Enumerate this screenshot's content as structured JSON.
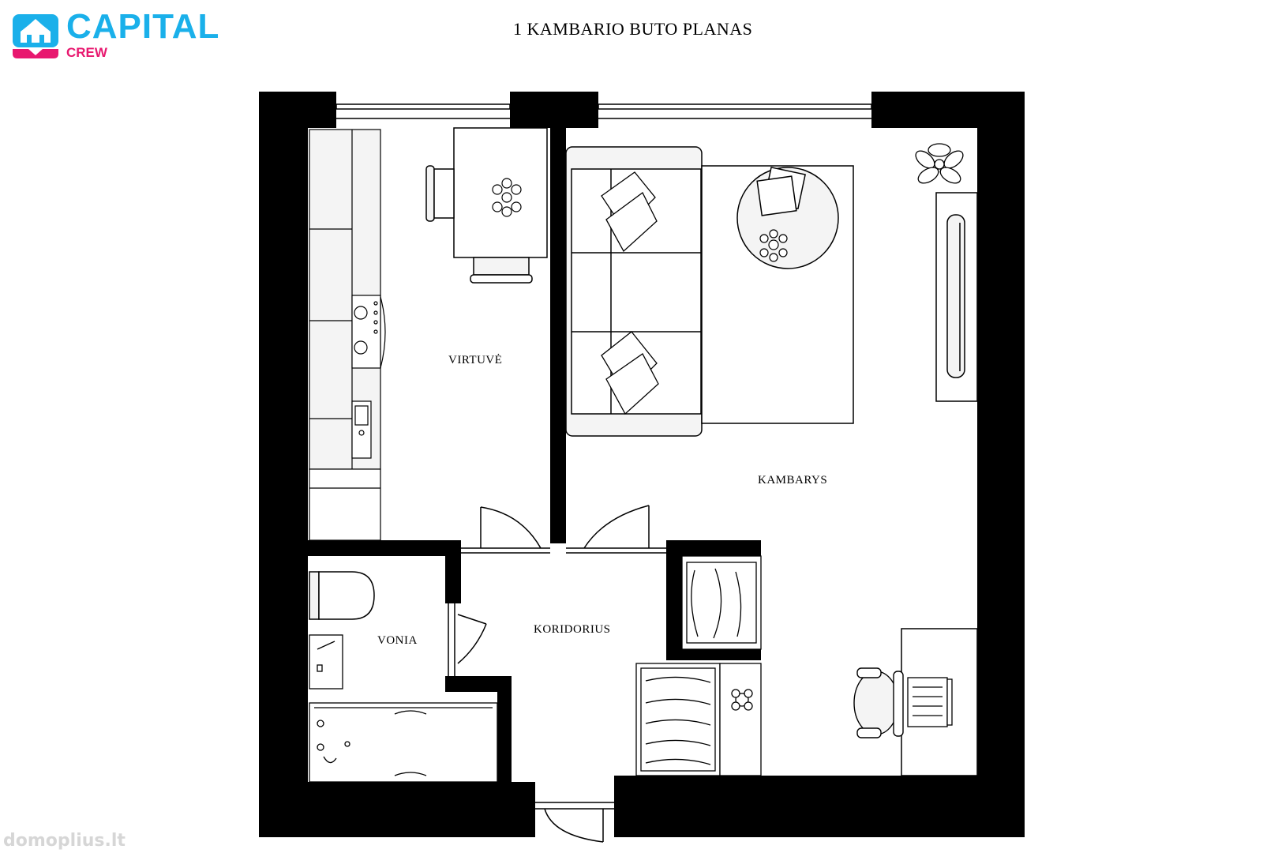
{
  "header": {
    "title": "1 KAMBARIO BUTO PLANAS",
    "logo": {
      "word": "CAPITAL",
      "sub": "CREW"
    }
  },
  "rooms": {
    "kitchen": "VIRTUVĖ",
    "room": "KAMBARYS",
    "bath": "VONIA",
    "corridor": "KORIDORIUS"
  },
  "watermark": "domoplius.lt",
  "colors": {
    "wall": "#000000",
    "logo_blue": "#1ab0ea",
    "logo_pink": "#e8186f",
    "furniture_fill": "#f4f4f4",
    "background": "#ffffff"
  }
}
